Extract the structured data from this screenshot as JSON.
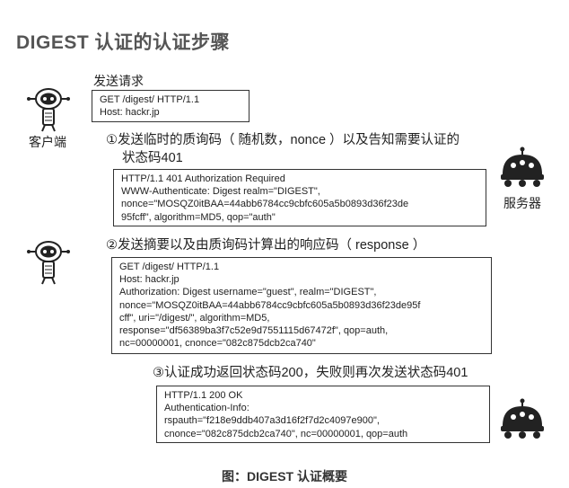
{
  "title": "DIGEST 认证的认证步骤",
  "labels": {
    "send_request": "发送请求",
    "client": "客户端",
    "server": "服务器"
  },
  "steps": [
    {
      "line1": "①发送临时的质询码（ 随机数，nonce ）以及告知需要认证的",
      "line2": "状态码401"
    },
    {
      "line1": "②发送摘要以及由质询码计算出的响应码（ response ）"
    },
    {
      "line1": "③认证成功返回状态码200，失败则再次发送状态码401"
    }
  ],
  "messages": {
    "request1": [
      "GET /digest/ HTTP/1.1",
      "Host: hackr.jp"
    ],
    "response1": [
      "HTTP/1.1 401 Authorization Required",
      "WWW-Authenticate: Digest realm=\"DIGEST\",",
      "nonce=\"MOSQZ0itBAA=44abb6784cc9cbfc605a5b0893d36f23de",
      "95fcff\", algorithm=MD5, qop=\"auth\""
    ],
    "request2": [
      "GET /digest/ HTTP/1.1",
      "Host: hackr.jp",
      "Authorization: Digest username=\"guest\", realm=\"DIGEST\",",
      "nonce=\"MOSQZ0itBAA=44abb6784cc9cbfc605a5b0893d36f23de95f",
      "cff\", uri=\"/digest/\", algorithm=MD5,",
      "response=\"df56389ba3f7c52e9d7551115d67472f\", qop=auth,",
      "nc=00000001, cnonce=\"082c875dcb2ca740\""
    ],
    "response2": [
      "HTTP/1.1 200 OK",
      "Authentication-Info:",
      "rspauth=\"f218e9ddb407a3d16f2f7d2c4097e900\",",
      "cnonce=\"082c875dcb2ca740\", nc=00000001, qop=auth"
    ]
  },
  "caption": "图：DIGEST 认证概要"
}
